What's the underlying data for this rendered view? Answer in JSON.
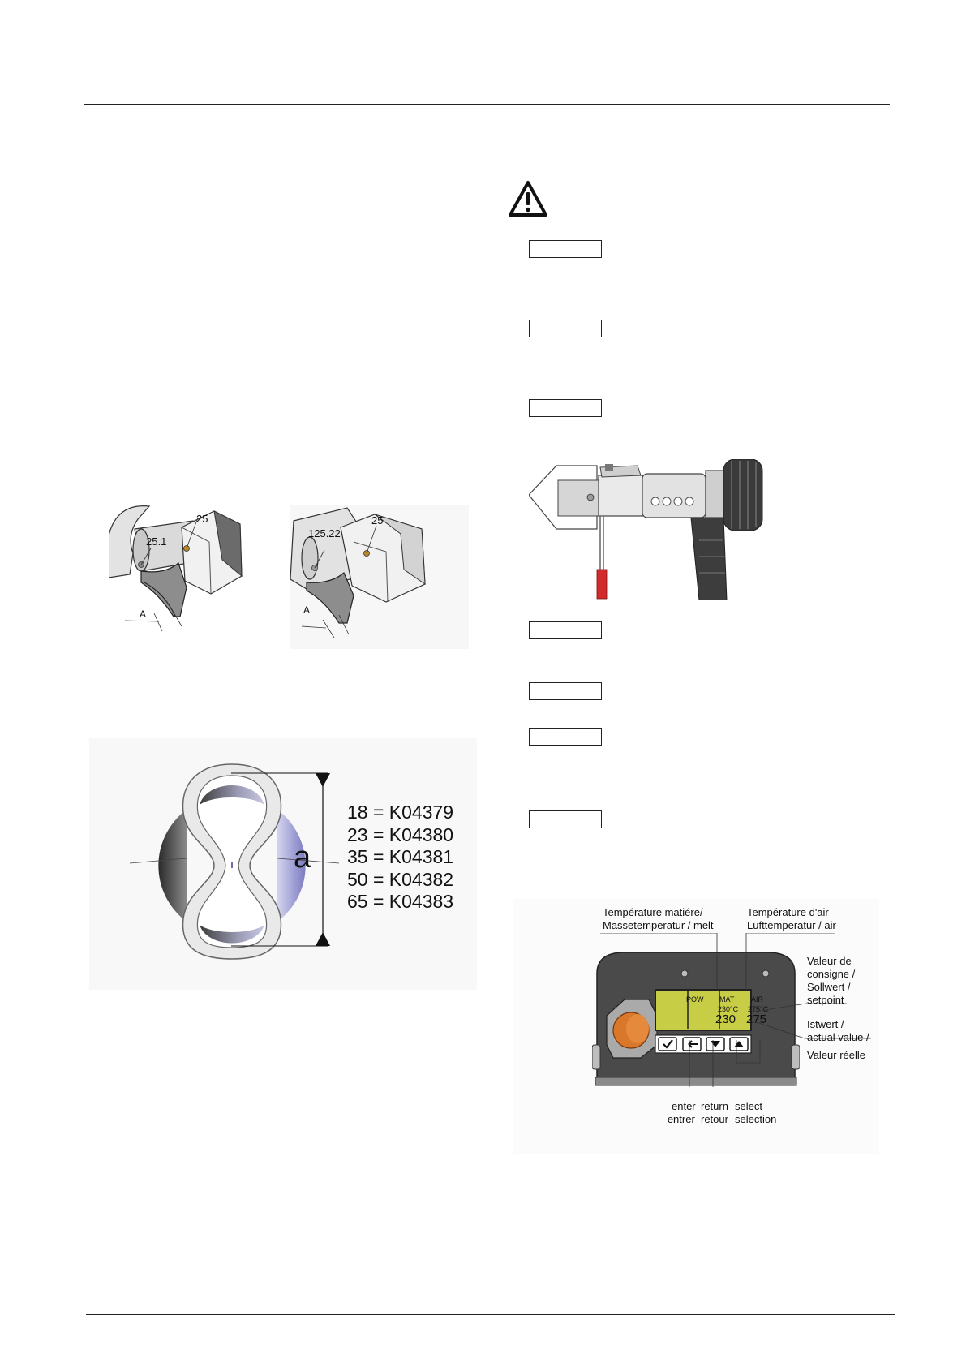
{
  "fig1": {
    "left": {
      "label_top": "25",
      "label_side": "25.1",
      "label_dim": "A"
    },
    "right": {
      "label_top": "25",
      "label_side": "125.22",
      "label_dim": "A"
    }
  },
  "fig2": {
    "dim_label": "a",
    "parts": [
      "18 = K04379",
      "23 = K04380",
      "35 = K04381",
      "50 = K04382",
      "65 = K04383"
    ]
  },
  "control_panel": {
    "callout_melt": [
      "Température matiére/",
      "Massetemperatur / melt"
    ],
    "callout_air": [
      "Température d'air",
      "Lufttemperatur / air"
    ],
    "callout_setpoint": [
      "Valeur de",
      "consigne /",
      "Sollwert /",
      "setpoint"
    ],
    "callout_actual": [
      "Istwert /",
      "actual value /",
      "Valeur réelle"
    ],
    "display": {
      "pow": "POW",
      "mat": "MAT",
      "air": "AIR",
      "mat_set": "230°C",
      "air_set": "275°C",
      "mat_actual": "230",
      "air_actual": "275"
    },
    "buttons": {
      "enter": [
        "enter",
        "entrer"
      ],
      "return": [
        "return",
        "retour"
      ],
      "select": [
        "select",
        "selection"
      ]
    }
  },
  "colors": {
    "lcd": "#c8cd46",
    "panel": "#4a4a4a",
    "knob": "#d9772a",
    "handle": "#d32a2a"
  }
}
